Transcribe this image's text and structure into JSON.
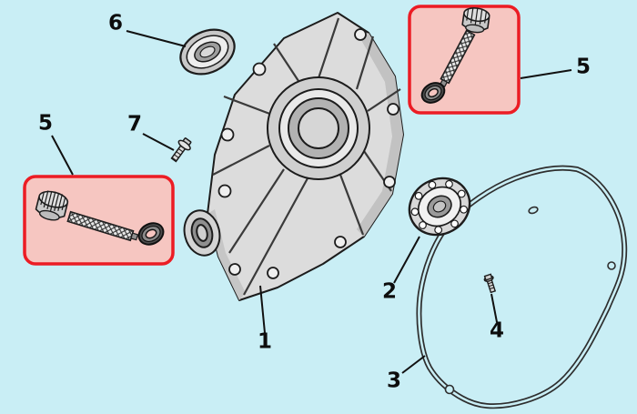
{
  "diagram": {
    "background_color": "#c9eef5",
    "highlight_fill": "#f6c6c1",
    "highlight_border": "#ec1c24",
    "line_color": "#1a1a1a"
  },
  "labels": {
    "part1": "1",
    "part2": "2",
    "part3": "3",
    "part4": "4",
    "part5_left": "5",
    "part5_right": "5",
    "part6": "6",
    "part7": "7"
  }
}
